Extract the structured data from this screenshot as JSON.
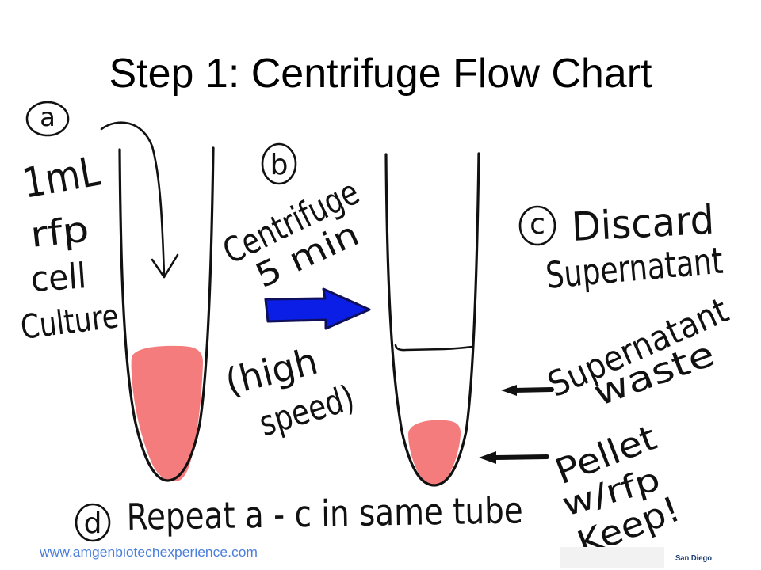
{
  "slide": {
    "title": "Step 1: Centrifuge Flow Chart",
    "footer_url": "www.amgenbiotechexperience.com",
    "footer_location": "San Diego"
  },
  "steps": {
    "a": {
      "marker": "a",
      "lines": [
        "1mL",
        "rfp",
        "cell",
        "Culture"
      ]
    },
    "b": {
      "marker": "b",
      "lines": [
        "Centrifuge",
        "5 min",
        "(high",
        "speed)"
      ]
    },
    "c": {
      "marker": "c",
      "lines": [
        "Discard",
        "Supernatant"
      ]
    },
    "d": {
      "marker": "d",
      "text": "Repeat a - c in same tube"
    }
  },
  "annotations": {
    "supernatant": [
      "Supernatant",
      "waste"
    ],
    "pellet": [
      "Pellet",
      "w/rfp",
      "Keep!"
    ]
  },
  "colors": {
    "ink": "#111111",
    "culture": "#F57C7C",
    "arrow_fill": "#0A1EE6",
    "arrow_outline": "#10105A",
    "footer_url": "#4A7FDC",
    "footer_location": "#1B3C73",
    "footer_logo_area": "#F2F2F2"
  }
}
